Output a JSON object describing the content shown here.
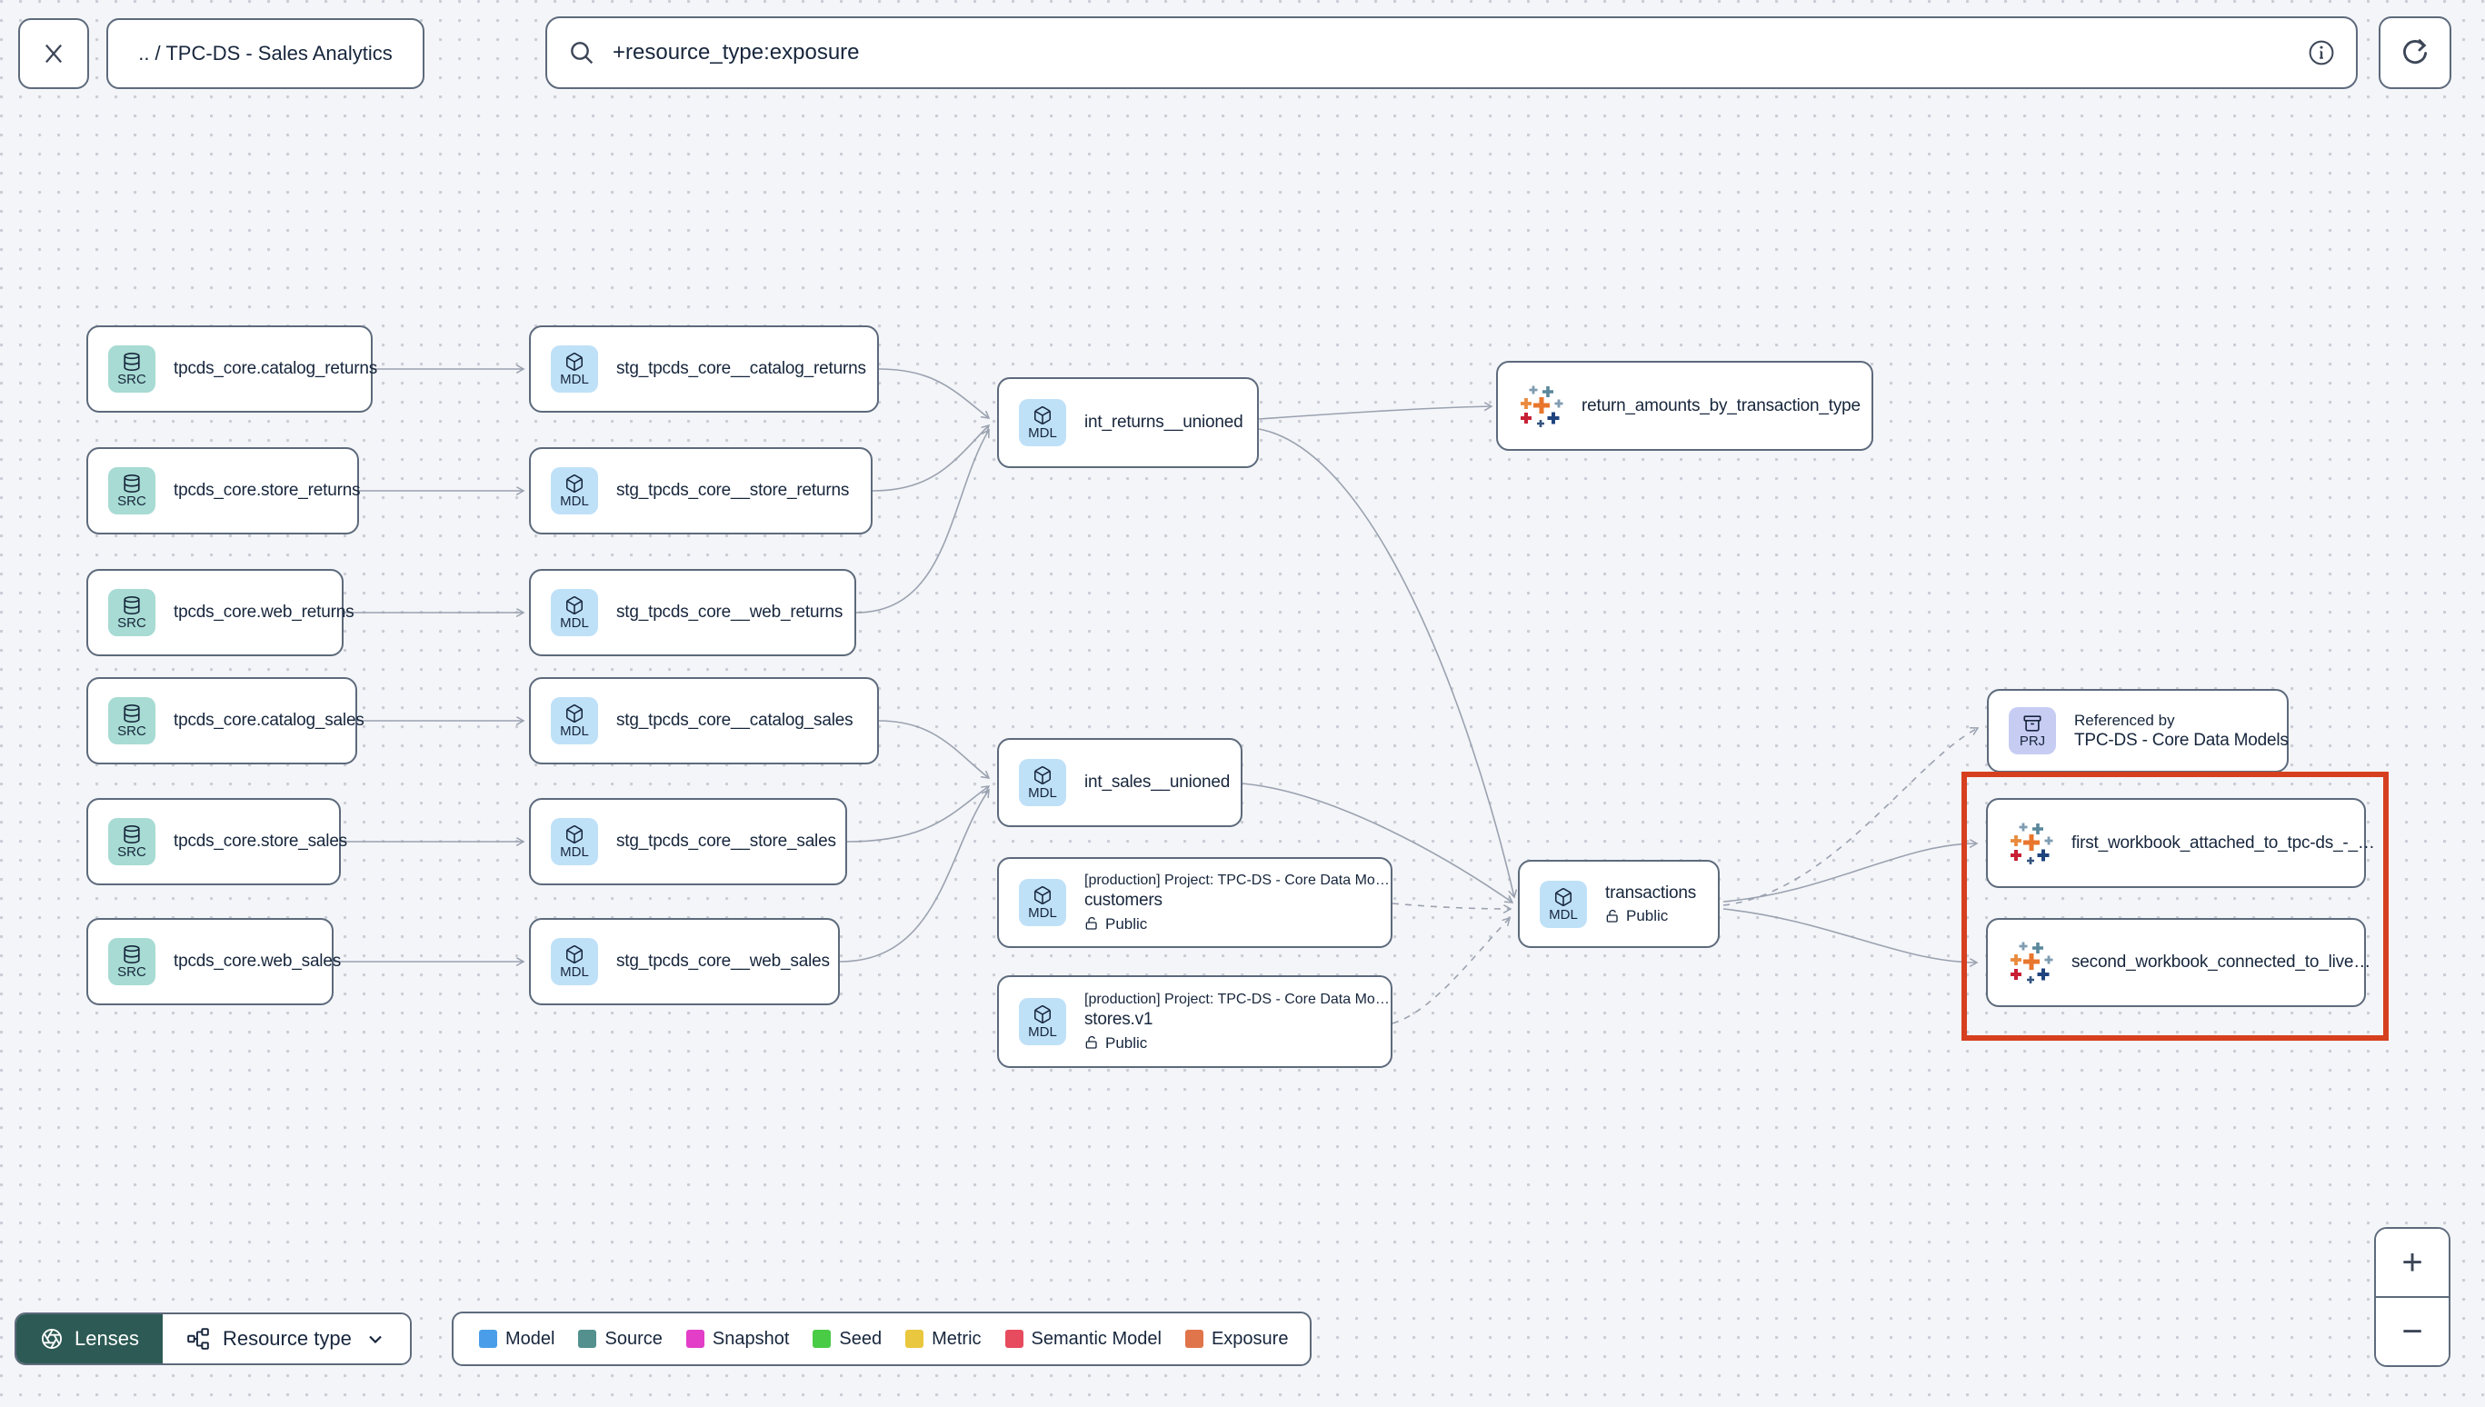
{
  "header": {
    "breadcrumb": ".. / TPC-DS - Sales Analytics",
    "search_value": "+resource_type:exposure"
  },
  "icons": {
    "close-icon": "✕",
    "search-icon": "magnifier",
    "info-icon": "circled-i",
    "refresh-icon": "circular-arrow",
    "chevron-down-icon": "⌄",
    "zoom-in-icon": "+",
    "zoom-out-icon": "−",
    "lenses-icon": "aperture",
    "resource-type-icon": "org-chart",
    "database-icon": "database-cylinder",
    "model-icon": "cube",
    "project-icon": "archive-box",
    "exposure-icon": "tableau-crosses",
    "lock-open-icon": "open-padlock"
  },
  "nodes": {
    "src_catalog_returns": {
      "badge": "SRC",
      "title": "tpcds_core.catalog_returns"
    },
    "src_store_returns": {
      "badge": "SRC",
      "title": "tpcds_core.store_returns"
    },
    "src_web_returns": {
      "badge": "SRC",
      "title": "tpcds_core.web_returns"
    },
    "src_catalog_sales": {
      "badge": "SRC",
      "title": "tpcds_core.catalog_sales"
    },
    "src_store_sales": {
      "badge": "SRC",
      "title": "tpcds_core.store_sales"
    },
    "src_web_sales": {
      "badge": "SRC",
      "title": "tpcds_core.web_sales"
    },
    "stg_catalog_returns": {
      "badge": "MDL",
      "title": "stg_tpcds_core__catalog_returns"
    },
    "stg_store_returns": {
      "badge": "MDL",
      "title": "stg_tpcds_core__store_returns"
    },
    "stg_web_returns": {
      "badge": "MDL",
      "title": "stg_tpcds_core__web_returns"
    },
    "stg_catalog_sales": {
      "badge": "MDL",
      "title": "stg_tpcds_core__catalog_sales"
    },
    "stg_store_sales": {
      "badge": "MDL",
      "title": "stg_tpcds_core__store_sales"
    },
    "stg_web_sales": {
      "badge": "MDL",
      "title": "stg_tpcds_core__web_sales"
    },
    "int_returns": {
      "badge": "MDL",
      "title": "int_returns__unioned"
    },
    "int_sales": {
      "badge": "MDL",
      "title": "int_sales__unioned"
    },
    "customers": {
      "badge": "MDL",
      "context": "[production] Project: TPC-DS - Core Data Mo…",
      "title": "customers",
      "access": "Public"
    },
    "stores": {
      "badge": "MDL",
      "context": "[production] Project: TPC-DS - Core Data Mo…",
      "title": "stores.v1",
      "access": "Public"
    },
    "transactions": {
      "badge": "MDL",
      "title": "transactions",
      "access": "Public"
    },
    "exposure_return_amounts": {
      "title": "return_amounts_by_transaction_type"
    },
    "referenced_by": {
      "badge": "PRJ",
      "context": "Referenced by",
      "title": "TPC-DS - Core Data Models"
    },
    "workbook_first": {
      "title": "first_workbook_attached_to_tpc-ds_-_…"
    },
    "workbook_second": {
      "title": "second_workbook_connected_to_live…"
    }
  },
  "footer": {
    "lenses_label": "Lenses",
    "resource_type_label": "Resource type",
    "legend": [
      {
        "label": "Model",
        "color": "#4a9ee9"
      },
      {
        "label": "Source",
        "color": "#53908e"
      },
      {
        "label": "Snapshot",
        "color": "#e23ec7"
      },
      {
        "label": "Seed",
        "color": "#49cb45"
      },
      {
        "label": "Metric",
        "color": "#e9c73e"
      },
      {
        "label": "Semantic Model",
        "color": "#e64b5e"
      },
      {
        "label": "Exposure",
        "color": "#e0744a"
      }
    ]
  },
  "zoom_controls": {
    "zoom_in": "+",
    "zoom_out": "−"
  },
  "colors": {
    "highlight_box": "#d6401f",
    "edge": "#9aa2b0",
    "source_tile": "#a7dbd3",
    "model_tile": "#bfe1f8",
    "project_tile": "#c7ccf3",
    "lenses_bg": "#2d5a54",
    "text": "#17263c"
  }
}
